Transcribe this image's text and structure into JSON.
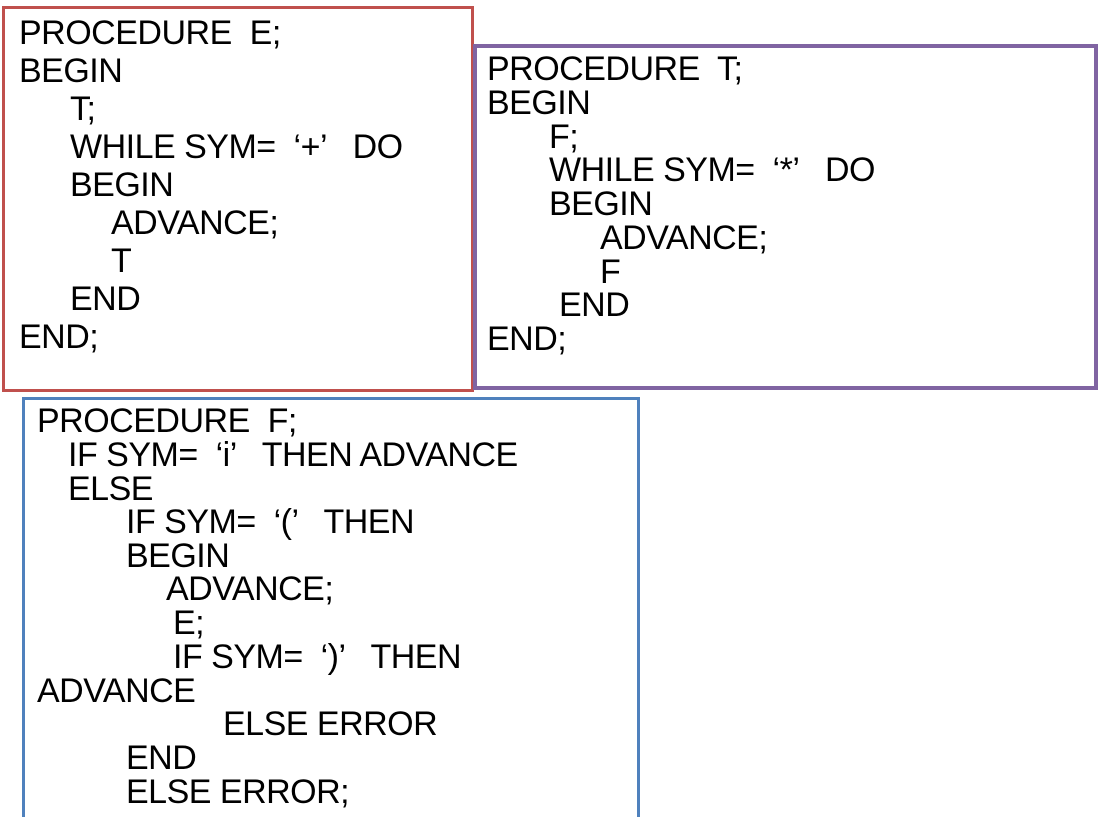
{
  "procedure_e": {
    "lines": [
      "PROCEDURE  E;",
      "BEGIN",
      "T;",
      "WHILE SYM=  ‘+’   DO",
      "BEGIN",
      "ADVANCE;",
      "T",
      "END",
      "END;"
    ]
  },
  "procedure_t": {
    "lines": [
      "PROCEDURE  T;",
      "BEGIN",
      "F;",
      "WHILE SYM=  ‘*’   DO",
      "BEGIN",
      "ADVANCE;",
      "F",
      "END",
      "END;"
    ]
  },
  "procedure_f": {
    "lines": [
      "PROCEDURE  F;",
      "IF SYM=  ‘i’   THEN ADVANCE",
      "ELSE",
      "IF SYM=  ‘(’   THEN",
      "BEGIN",
      "ADVANCE;",
      "E;",
      "IF SYM=  ‘)’   THEN",
      "ADVANCE",
      "ELSE ERROR",
      "END",
      "ELSE ERROR;"
    ]
  },
  "colors": {
    "procedure_e_border": "#c0504d",
    "procedure_t_border": "#8064a2",
    "procedure_f_border": "#4f81bd"
  }
}
